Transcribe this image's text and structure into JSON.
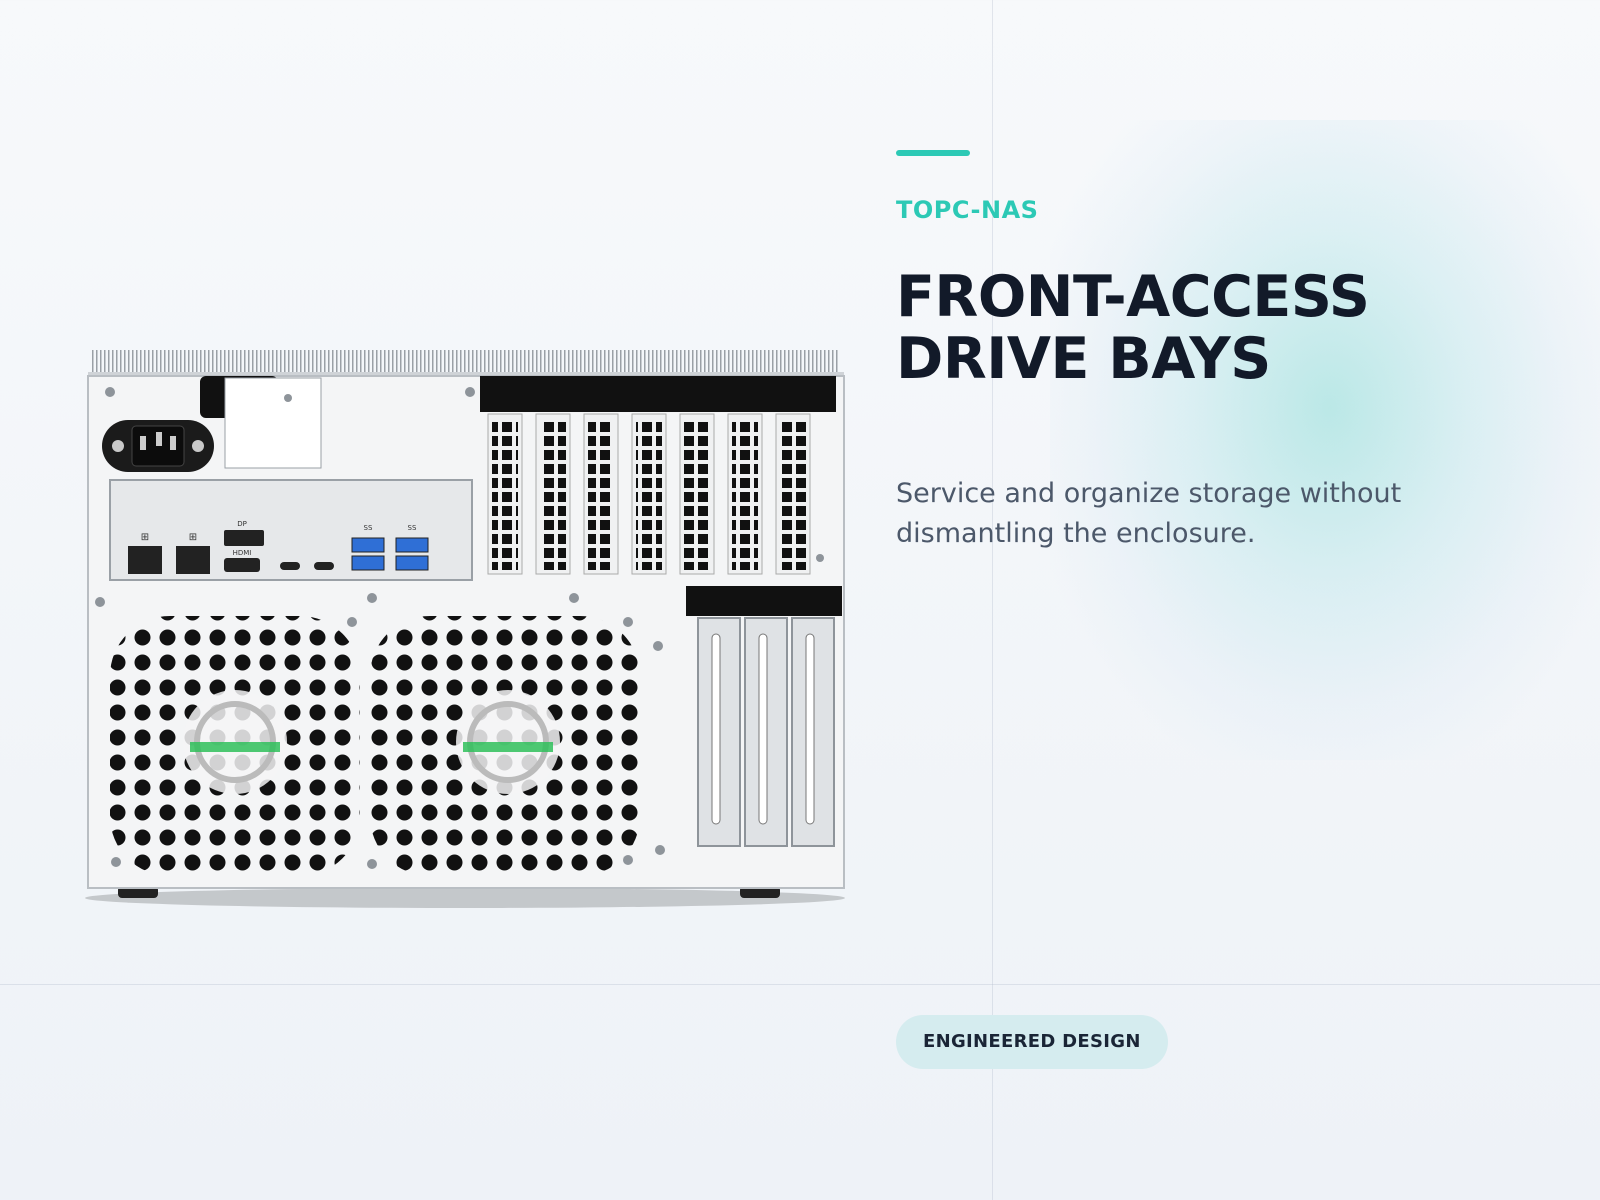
{
  "brand_label": "TOPC-NAS",
  "headline": "FRONT-ACCESS DRIVE BAYS",
  "description": "Service and organize storage without dismantling the enclosure.",
  "badge": "ENGINEERED DESIGN",
  "port_labels": {
    "dp": "DP",
    "hdmi": "HDMI",
    "usb_left": "SS",
    "usb_right": "SS"
  },
  "colors": {
    "accent": "#2cc9b5",
    "title": "#121a29",
    "body": "#4c586a",
    "usb": "#2f6fd6"
  }
}
